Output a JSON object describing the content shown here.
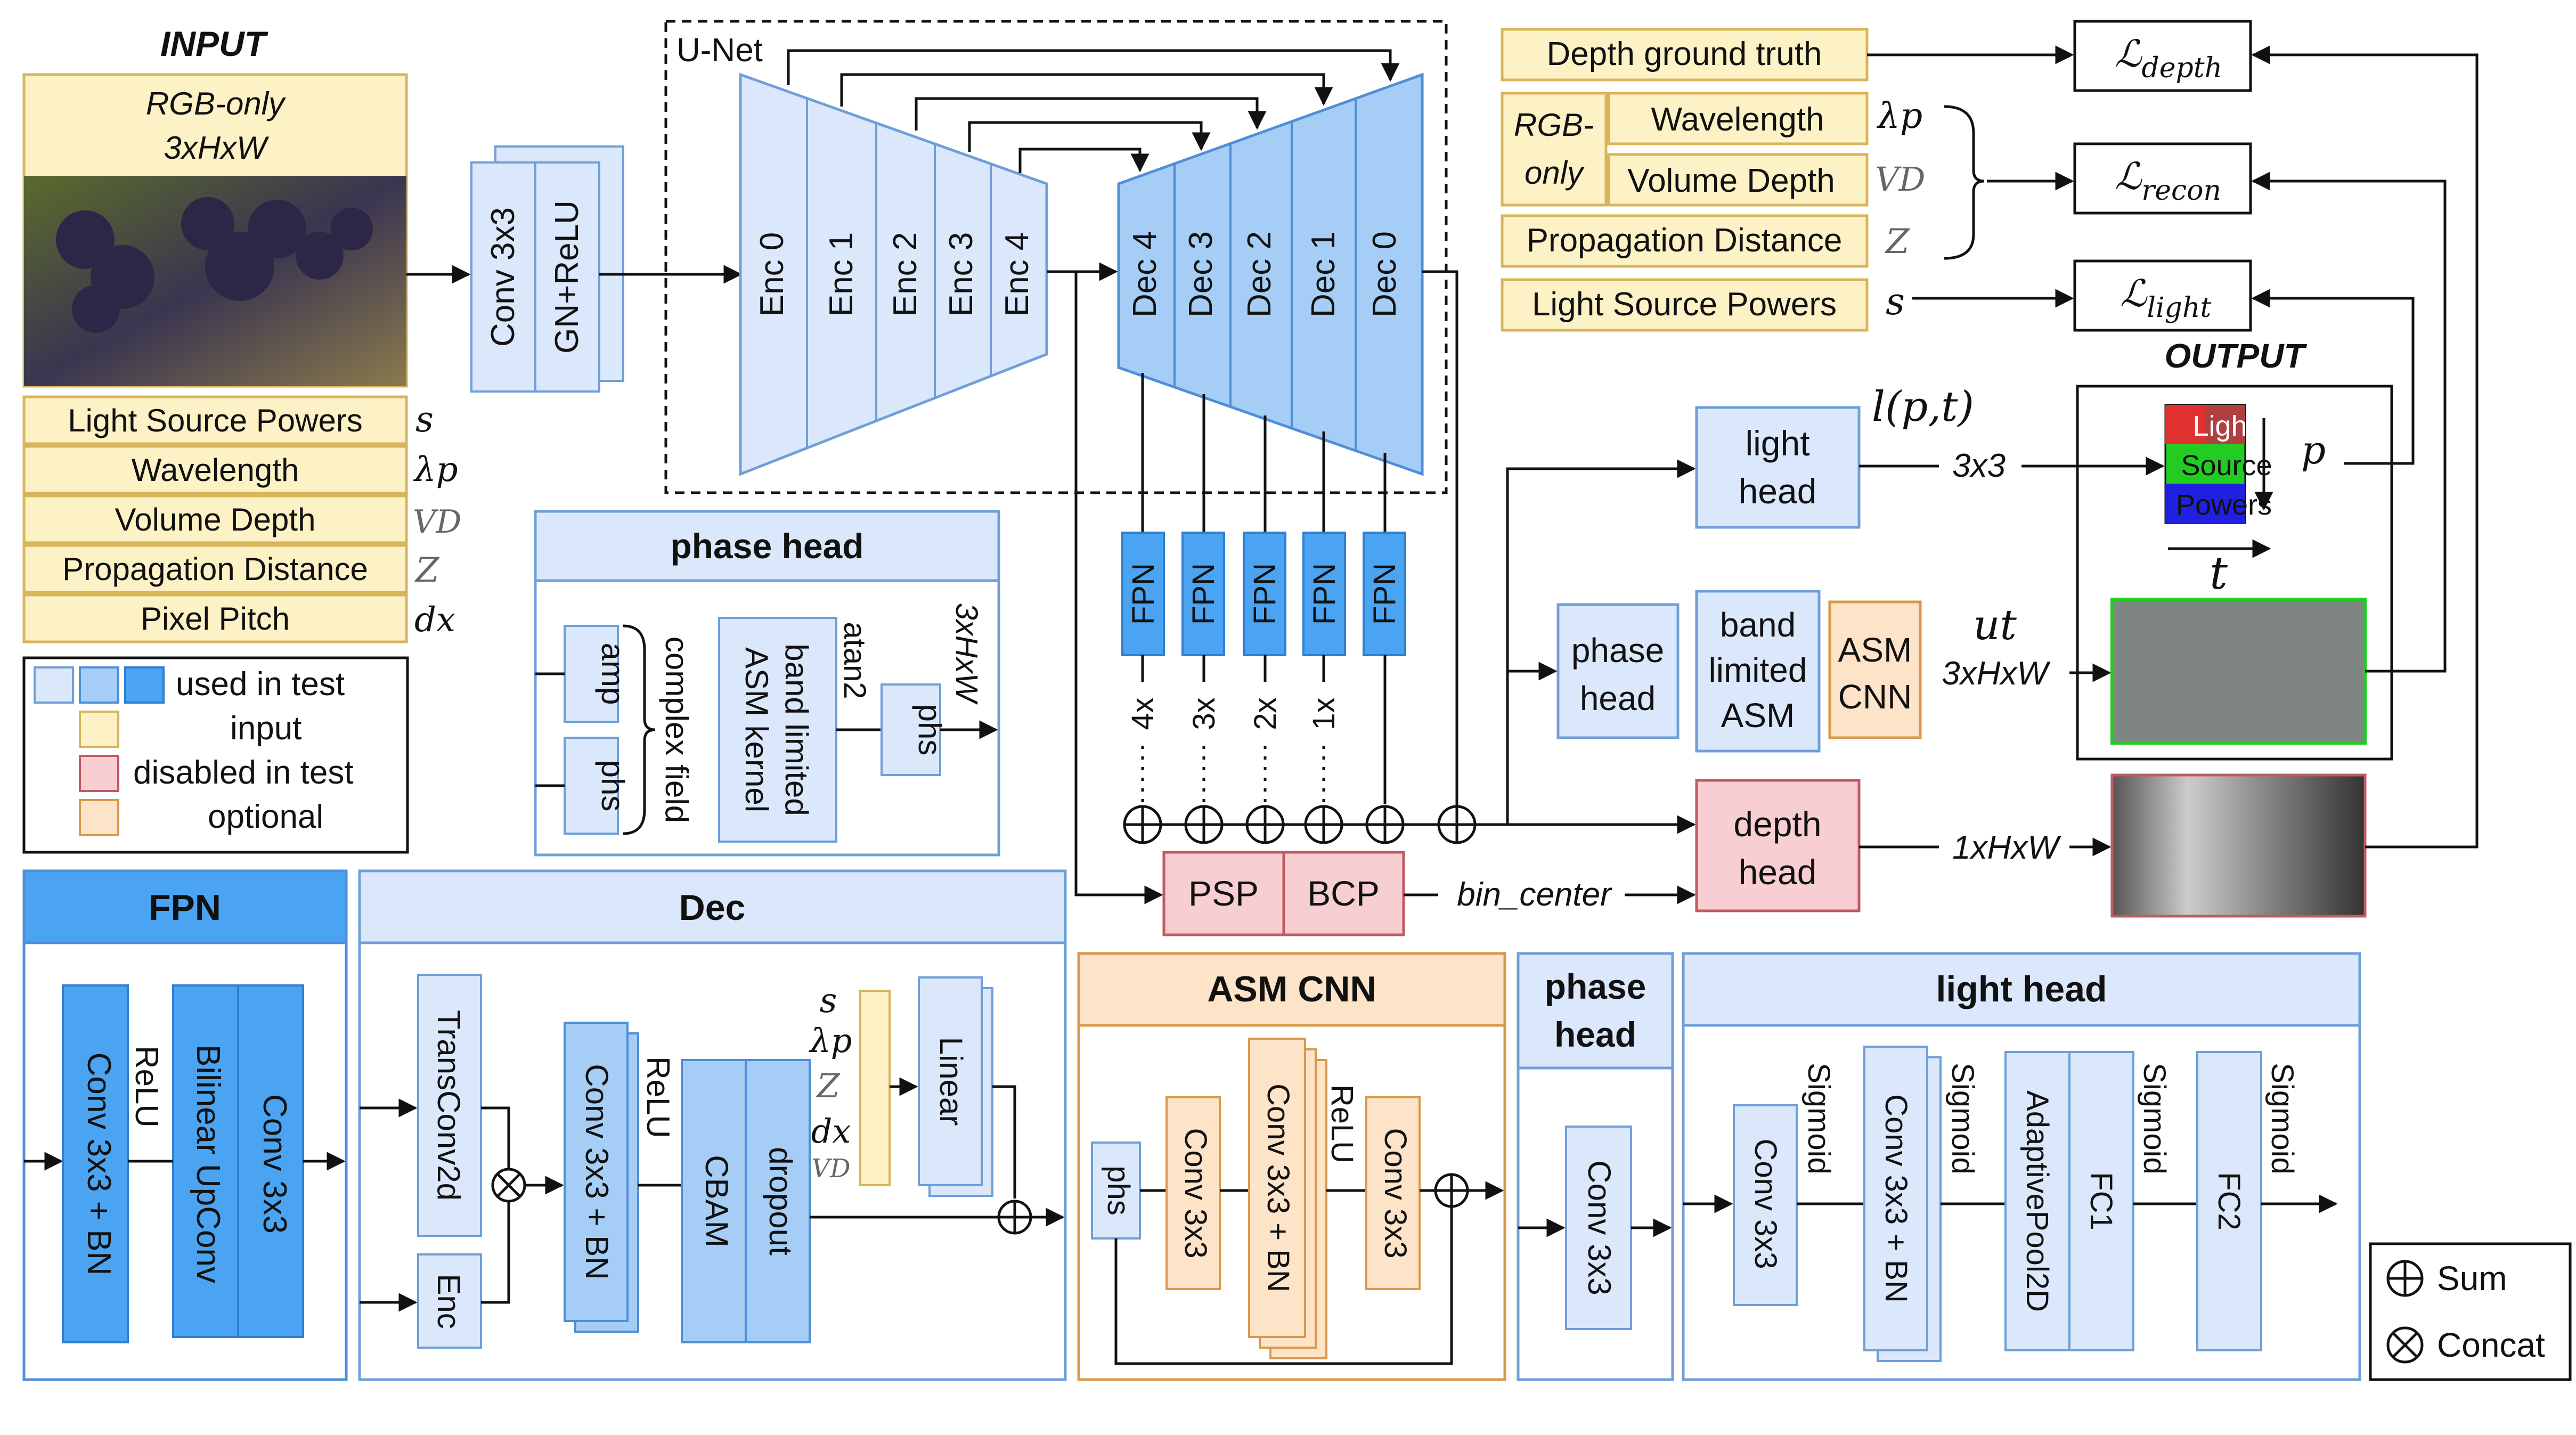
{
  "input": {
    "title": "INPUT",
    "rgb_line1": "RGB-only",
    "rgb_line2": "3xHxW",
    "params": [
      "Light Source Powers",
      "Wavelength",
      "Volume Depth",
      "Propagation Distance",
      "Pixel Pitch"
    ],
    "symbols": [
      "s",
      "λp",
      "VD",
      "Z",
      "dx"
    ]
  },
  "legend": {
    "used_in_test": "used in test",
    "input": "input",
    "disabled_in_test": "disabled in test",
    "optional": "optional"
  },
  "stem": {
    "conv": "Conv 3x3",
    "gn": "GN+ReLU"
  },
  "unet": {
    "label": "U-Net",
    "enc": [
      "Enc 0",
      "Enc 1",
      "Enc 2",
      "Enc 3",
      "Enc 4"
    ],
    "dec": [
      "Dec 4",
      "Dec 3",
      "Dec 2",
      "Dec 1",
      "Dec 0"
    ]
  },
  "fpn": {
    "label": "FPN",
    "scales": [
      "4x",
      "3x",
      "2x",
      "1x"
    ]
  },
  "psp": "PSP",
  "bcp": "BCP",
  "bin_center": "bin_center",
  "phase_head_box": {
    "title": "phase head",
    "amp": "amp",
    "phs": "phs",
    "complex_field": "complex field",
    "asm_line1": "band limited",
    "asm_line2": "ASM kernel",
    "atan2": "atan2",
    "phs_out": "phs",
    "dims": "3xHxW"
  },
  "losses": {
    "depth_gt": "Depth ground truth",
    "rgb_only_1": "RGB-",
    "rgb_only_2": "only",
    "wavelength": "Wavelength",
    "volume_depth": "Volume Depth",
    "propagation": "Propagation Distance",
    "light_powers": "Light Source Powers",
    "l_symbol": "ℒ",
    "depth_sub": "depth",
    "recon_sub": "recon",
    "light_sub": "light"
  },
  "output": {
    "title": "OUTPUT",
    "light_head_1": "light",
    "light_head_2": "head",
    "l_pt": "l(p,t)",
    "l_dims": "3x3",
    "matrix": [
      "Light",
      "Source",
      "Powers"
    ],
    "p": "p",
    "t": "t",
    "phase_head_1": "phase",
    "phase_head_2": "head",
    "asm_1": "band",
    "asm_2": "limited",
    "asm_3": "ASM",
    "asm_cnn_1": "ASM",
    "asm_cnn_2": "CNN",
    "ut": "ut",
    "ut_dims": "3xHxW",
    "depth_head_1": "depth",
    "depth_head_2": "head",
    "depth_dims": "1xHxW"
  },
  "fpn_detail": {
    "title": "FPN",
    "conv_bn": "Conv 3x3 + BN",
    "relu": "ReLU",
    "upconv": "Bilinear UpConv",
    "conv": "Conv 3x3"
  },
  "dec_detail": {
    "title": "Dec",
    "transconv": "TransConv2d",
    "enc": "Enc",
    "conv_bn": "Conv 3x3 + BN",
    "relu": "ReLU",
    "cbam": "CBAM",
    "dropout": "dropout",
    "linear": "Linear",
    "symbols": [
      "s",
      "λp",
      "Z",
      "dx",
      "VD"
    ]
  },
  "asmcnn_detail": {
    "title": "ASM CNN",
    "phs": "phs",
    "conv1": "Conv 3x3",
    "conv_bn": "Conv 3x3 + BN",
    "relu": "ReLU",
    "conv2": "Conv 3x3"
  },
  "phasehead_detail": {
    "title_1": "phase",
    "title_2": "head",
    "conv": "Conv 3x3"
  },
  "lighthead_detail": {
    "title": "light head",
    "conv1": "Conv 3x3",
    "sig1": "Sigmoid",
    "conv_bn": "Conv 3x3 + BN",
    "sig2": "Sigmoid",
    "pool": "AdaptivePool2D",
    "fc1": "FC1",
    "sig3": "Sigmoid",
    "fc2": "FC2",
    "sig4": "Sigmoid"
  },
  "key": {
    "sum": "Sum",
    "concat": "Concat"
  },
  "colors": {
    "light_blue": "#dbe8fb",
    "mid_blue": "#a6cdf5",
    "deep_blue": "#4aa4f2",
    "input_yellow": "#fdf1c6",
    "disabled_red": "#f7cfd2",
    "optional_orange": "#fde3c8"
  }
}
